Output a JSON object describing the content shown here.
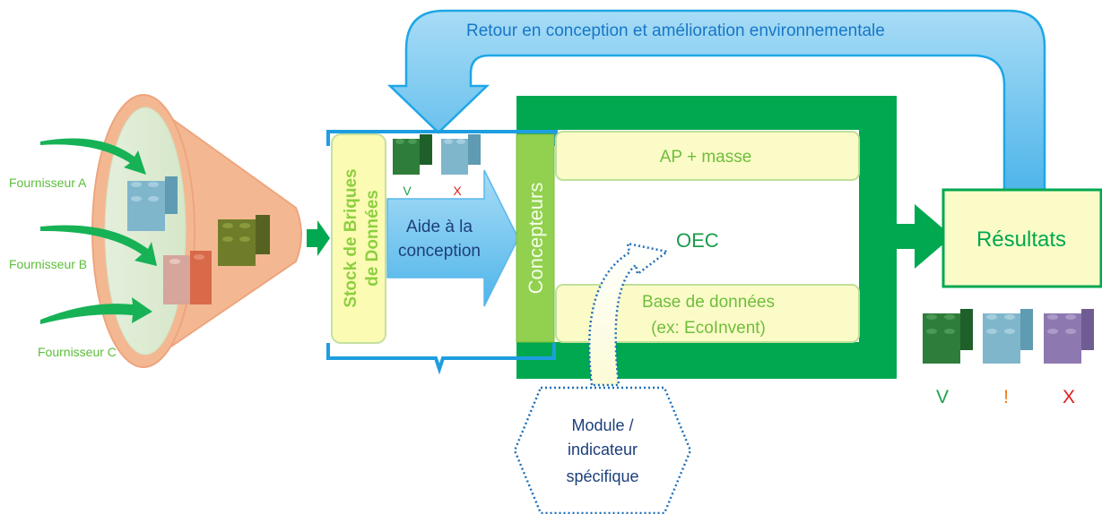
{
  "feedback_loop": {
    "label": "Retour en conception et amélioration environnementale"
  },
  "suppliers": [
    {
      "label": "Fournisseur A",
      "brick_color": "#7fb6cc"
    },
    {
      "label": "Fournisseur B",
      "brick_color": "#d58a73"
    },
    {
      "label": "Fournisseur C"
    }
  ],
  "stock": {
    "label_line1": "Stock de Briques",
    "label_line2": "de Données",
    "brick_valid_mark": "V",
    "brick_invalid_mark": "X"
  },
  "design_aid": {
    "line1": "Aide à la",
    "line2": "conception"
  },
  "designers": {
    "label": "Concepteurs"
  },
  "tool": {
    "ap_label": "AP + masse",
    "oec_label": "OEC",
    "db_line1": "Base de données",
    "db_line2": "(ex: EcoInvent)"
  },
  "module": {
    "line1": "Module /",
    "line2": "indicateur",
    "line3": "spécifique"
  },
  "results": {
    "label": "Résultats",
    "marks": [
      {
        "symbol": "V",
        "color": "#1fa34a",
        "brick_color": "#2e7d3a"
      },
      {
        "symbol": "!",
        "color": "#f07c1a",
        "brick_color": "#7fb6cc"
      },
      {
        "symbol": "X",
        "color": "#e0201f",
        "brick_color": "#8e78b0"
      }
    ]
  },
  "colors": {
    "green_dark": "#00a84f",
    "green_text": "#5cbf3a",
    "green_bar": "#92d050",
    "blue_arrow": "#7ec8ee",
    "blue_outline": "#1e9ee0",
    "cone": "#f3b892",
    "yellow_box": "#fbfbc8",
    "dotted_blue": "#1f6fb8"
  }
}
